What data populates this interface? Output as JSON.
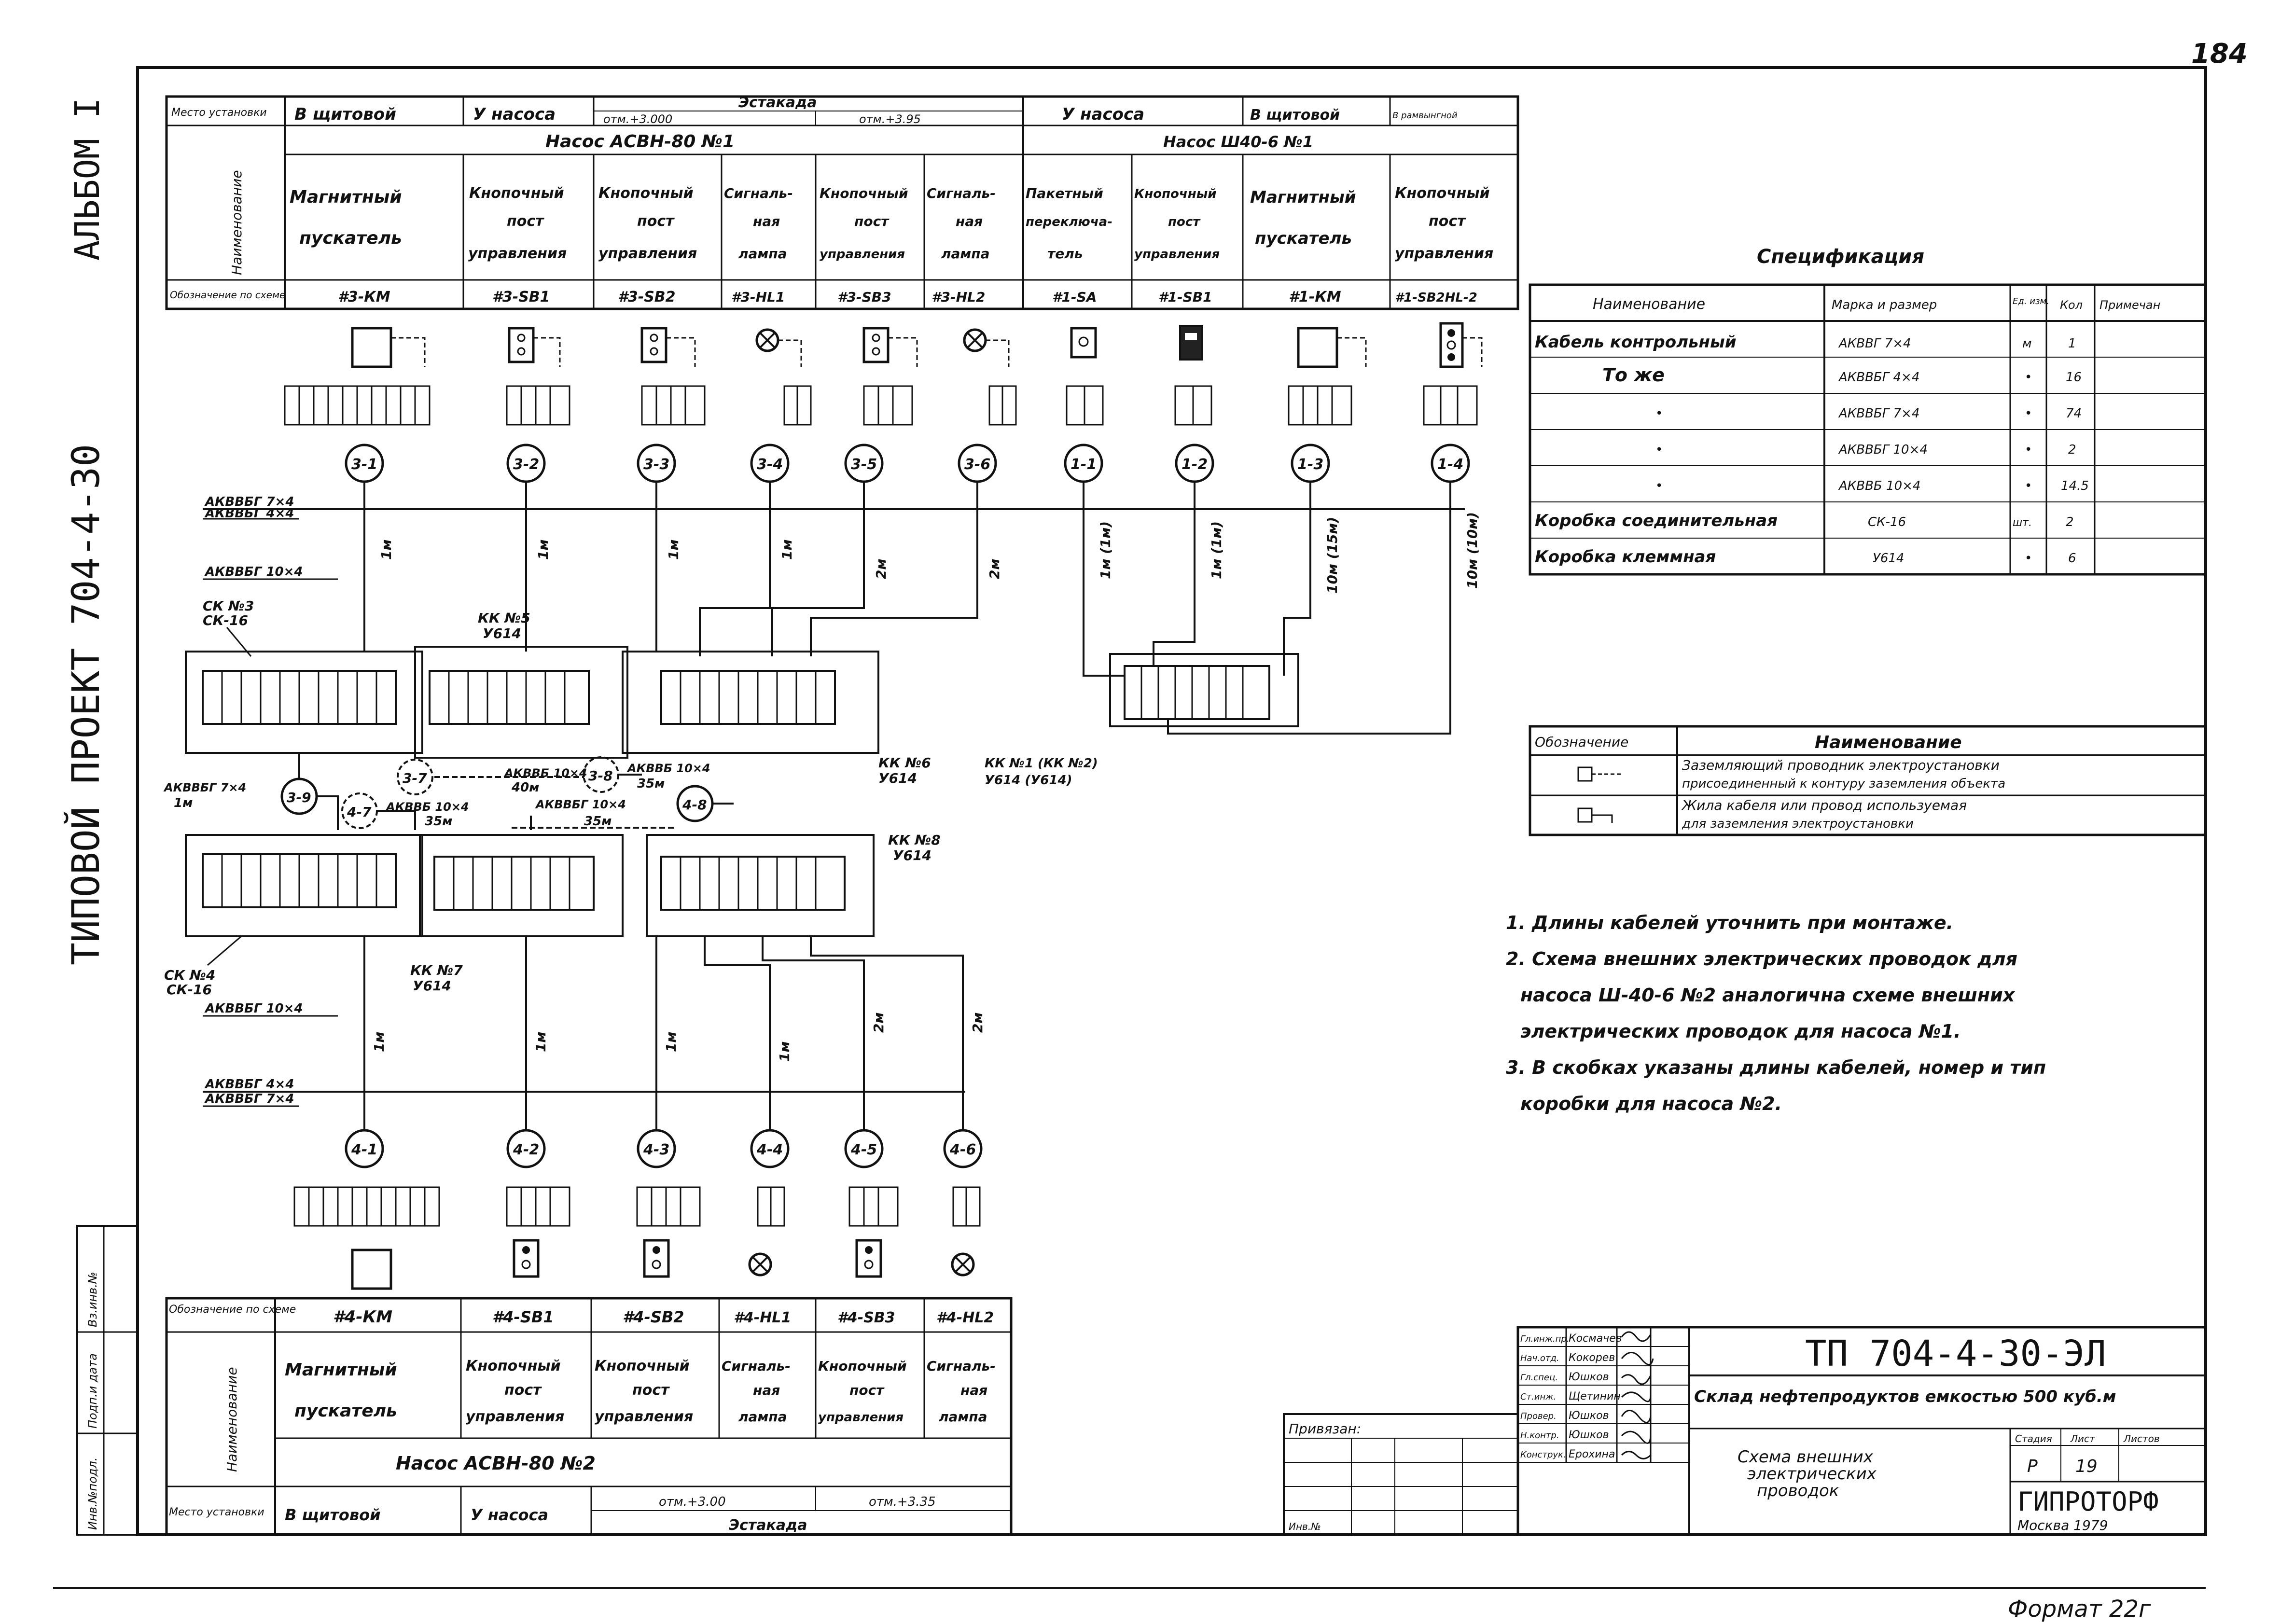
{
  "sheet": {
    "page_number": "184",
    "album": "АЛЬБОМ I",
    "project": "ТИПОВОЙ ПРОЕКТ 704-4-30",
    "format": "Формат 22г"
  },
  "pump1_table": {
    "row_labels": {
      "location": "Место установки",
      "name": "Наименование",
      "designation": "Обозначение по схеме"
    },
    "locations": [
      "В щитовой",
      "У насоса",
      "отм.+3.000",
      "Эстакада",
      "отм.+3.95",
      "У насоса",
      "В щитовой",
      "В рамвынгной"
    ],
    "group_left": "Насос АСВН-80 №1",
    "group_right": "Насос Ш40-6 №1",
    "names": [
      [
        "Магнитный",
        "пускатель"
      ],
      [
        "Кнопочный",
        "пост",
        "управления"
      ],
      [
        "Кнопочный",
        "пост",
        "управления"
      ],
      [
        "Сигналь-",
        "ная",
        "лампа"
      ],
      [
        "Кнопочный",
        "пост",
        "управления"
      ],
      [
        "Сигналь-",
        "ная",
        "лампа"
      ],
      [
        "Пакетный",
        "переключа-",
        "тель"
      ],
      [
        "Кнопочный",
        "пост",
        "управления"
      ],
      [
        "Магнитный",
        "пускатель"
      ],
      [
        "Кнопочный",
        "пост",
        "управления"
      ]
    ],
    "designations": [
      "#3-КМ",
      "#3-SB1",
      "#3-SB2",
      "#3-HL1",
      "#3-SB3",
      "#3-HL2",
      "#1-SA",
      "#1-SB1",
      "#1-КМ",
      "#1-SB2HL-2"
    ]
  },
  "pump2_table": {
    "row_labels": {
      "designation": "Обозначение по схеме",
      "name": "Наименование",
      "location": "Место установки"
    },
    "designations": [
      "#4-КМ",
      "#4-SB1",
      "#4-SB2",
      "#4-HL1",
      "#4-SB3",
      "#4-HL2"
    ],
    "names": [
      [
        "Магнитный",
        "пускатель"
      ],
      [
        "Кнопочный",
        "пост",
        "управления"
      ],
      [
        "Кнопочный",
        "пост",
        "управления"
      ],
      [
        "Сигналь-",
        "ная",
        "лампа"
      ],
      [
        "Кнопочный",
        "пост",
        "управления"
      ],
      [
        "Сигналь-",
        "ная",
        "лампа"
      ]
    ],
    "group": "Насос АСВН-80 №2",
    "locations": [
      "В щитовой",
      "У насоса",
      "отм.+3.00",
      "отм.+3.35",
      "Эстакада"
    ]
  },
  "spec": {
    "title": "Спецификация",
    "headers": [
      "Наименование",
      "Марка и размер",
      "Ед. изм.",
      "Кол",
      "Примечан"
    ],
    "rows": [
      [
        "Кабель контрольный",
        "АКВВГ 7×4",
        "м",
        "1",
        ""
      ],
      [
        "То же",
        "АКВВБГ 4×4",
        "•",
        "16",
        ""
      ],
      [
        "•",
        "АКВВБГ 7×4",
        "•",
        "74",
        ""
      ],
      [
        "•",
        "АКВВБГ 10×4",
        "•",
        "2",
        ""
      ],
      [
        "•",
        "АКВВБ 10×4",
        "•",
        "14.5",
        ""
      ],
      [
        "Коробка соединительная",
        "СК-16",
        "шт.",
        "2",
        ""
      ],
      [
        "Коробка клеммная",
        "У614",
        "•",
        "6",
        ""
      ]
    ]
  },
  "legend": {
    "headers": [
      "Обозначение",
      "Наименование"
    ],
    "rows": [
      [
        "Заземляющий проводник электроустановки",
        "присоединенный к контуру заземления объекта"
      ],
      [
        "Жила кабеля или провод используемая",
        "для заземления электроустановки"
      ]
    ]
  },
  "notes": [
    "1. Длины кабелей уточнить при монтаже.",
    "2. Схема внешних электрических проводок для",
    "насоса Ш-40-6 №2 аналогична схеме внешних",
    "электрических проводок для насоса №1.",
    "3. В скобках указаны длины кабелей, номер и тип",
    "коробки для насоса №2."
  ],
  "diagram": {
    "top_nodes": [
      "3-1",
      "3-2",
      "3-3",
      "3-4",
      "3-5",
      "3-6",
      "1-1",
      "1-2",
      "1-3",
      "1-4"
    ],
    "bottom_nodes": [
      "4-1",
      "4-2",
      "4-3",
      "4-4",
      "4-5",
      "4-6"
    ],
    "mid_nodes": [
      "3-9",
      "4-7",
      "3-7",
      "3-8",
      "4-8"
    ],
    "cable_labels": [
      "АКВВБГ 7×4",
      "АКВВБГ 4×4",
      "АКВВБГ 10×4",
      "АКВВБГ 7×4",
      "АКВВБ 10×4",
      "АКВВБ 10×4",
      "АКВВБ 10×4",
      "АКВВБГ 10×4",
      "АКВВБГ 4×4",
      "АКВВБГ 7×4"
    ],
    "box_labels": [
      "СК №3",
      "СК-16",
      "КК №5",
      "У614",
      "КК №6",
      "У614",
      "КК №1 (КК №2)",
      "У614 (У614)",
      "СК №4",
      "СК-16",
      "КК №7",
      "У614",
      "КК №8",
      "У614"
    ],
    "length_labels": [
      "1м",
      "1м",
      "1м",
      "1м",
      "2м",
      "2м",
      "1м (1м)",
      "1м (1м)",
      "10м (15м)",
      "10м (10м)",
      "1м",
      "40м",
      "35м",
      "35м",
      "35м",
      "1м",
      "1м",
      "1м",
      "1м",
      "2м",
      "2м"
    ]
  },
  "title_block": {
    "code": "ТП 704-4-30-ЭЛ",
    "object": "Склад нефтепродуктов емкостью 500 куб.м",
    "sheet_title": [
      "Схема внешних",
      "электрических",
      "проводок"
    ],
    "stage_header": [
      "Стадия",
      "Лист",
      "Листов"
    ],
    "stage": "Р",
    "sheet_no": "19",
    "org": "ГИПРОТОРФ",
    "city_year": "Москва 1979",
    "privyazan": "Привязан:",
    "inv": "Инв.№",
    "roles": [
      "Гл.инж.пр.",
      "Нач.отд.",
      "Гл.спец.",
      "Ст.инж.",
      "Провер.",
      "Н.контр.",
      "Конструк."
    ],
    "names": [
      "Космачев",
      "Кокорев",
      "Юшков",
      "Щетинин",
      "Юшков",
      "Юшков",
      "Ерохина"
    ],
    "side_stamp": [
      "Инв.№подл.",
      "Подп.и дата",
      "Вз.инв.№"
    ]
  }
}
